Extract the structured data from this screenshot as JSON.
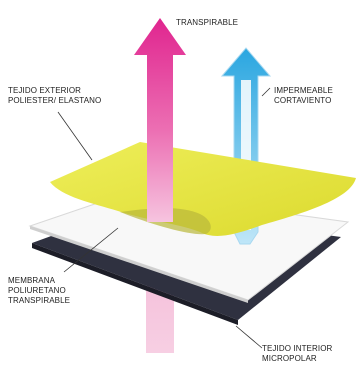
{
  "colors": {
    "background": "#ffffff",
    "pink_arrow": "#e0258f",
    "blue_arrow": "#2aa6e0",
    "outer_layer": "#e7e64a",
    "membrane_layer": "#f7f7f7",
    "inner_layer": "#2f3140"
  },
  "labels": {
    "breathable": "TRANSPIRABLE",
    "waterproof": [
      "IMPERMEABLE",
      "CORTAVIENTO"
    ],
    "outer_fabric": [
      "TEJIDO EXTERIOR",
      "POLIESTER/ ELASTANO"
    ],
    "membrane": [
      "MEMBRANA",
      "POLIURETANO",
      "TRANSPIRABLE"
    ],
    "inner_fabric": [
      "TEJIDO INTERIOR",
      "MICROPOLAR"
    ]
  }
}
